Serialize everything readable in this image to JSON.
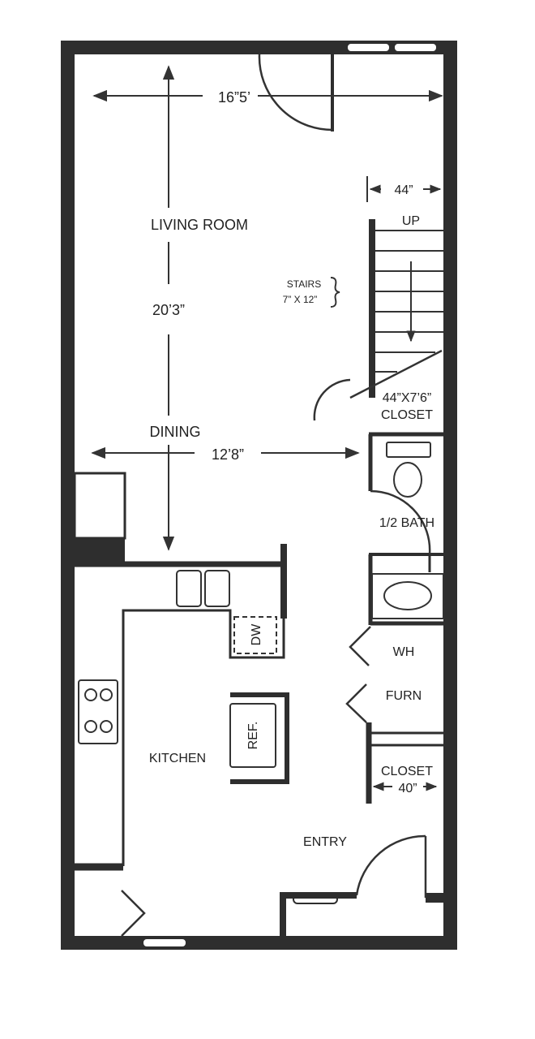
{
  "colors": {
    "wall": "#2e2e2e",
    "line": "#333333",
    "text": "#222222",
    "background": "#ffffff"
  },
  "rooms": {
    "living_room": "LIVING ROOM",
    "dining": "DINING",
    "kitchen": "KITCHEN",
    "entry": "ENTRY",
    "half_bath": "1/2 BATH",
    "wh": "WH",
    "furn": "FURN",
    "closet_upper": "CLOSET",
    "closet_lower": "CLOSET"
  },
  "dimensions": {
    "living_width": "16”5’",
    "living_depth": "20’3”",
    "dining_width": "12’8”",
    "stair_width": "44”",
    "closet_upper_size": "44”X7’6”",
    "closet_lower_width": "40”"
  },
  "stairs": {
    "direction": "UP",
    "label": "STAIRS",
    "step_size": "7” X 12”"
  },
  "appliances": {
    "dishwasher": "DW",
    "refrigerator": "REF."
  }
}
